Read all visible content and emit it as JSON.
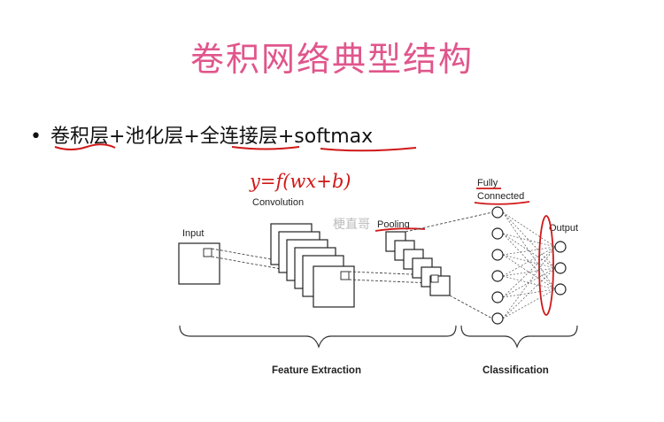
{
  "slide": {
    "title": "卷积网络典型结构",
    "bullet": "卷积层+池化层+全连接层+softmax"
  },
  "annotation": {
    "formula": "y=f(wx+b)"
  },
  "watermark": "梗直哥",
  "diagram": {
    "input_label": "Input",
    "convolution_label": "Convolution",
    "pooling_label": "Pooling",
    "fully_connected_line1": "Fully",
    "fully_connected_line2": "Connected",
    "output_label": "Output",
    "feature_extraction_label": "Feature Extraction",
    "classification_label": "Classification"
  },
  "colors": {
    "title": "#e0568c",
    "annotation_red": "#d01818"
  }
}
